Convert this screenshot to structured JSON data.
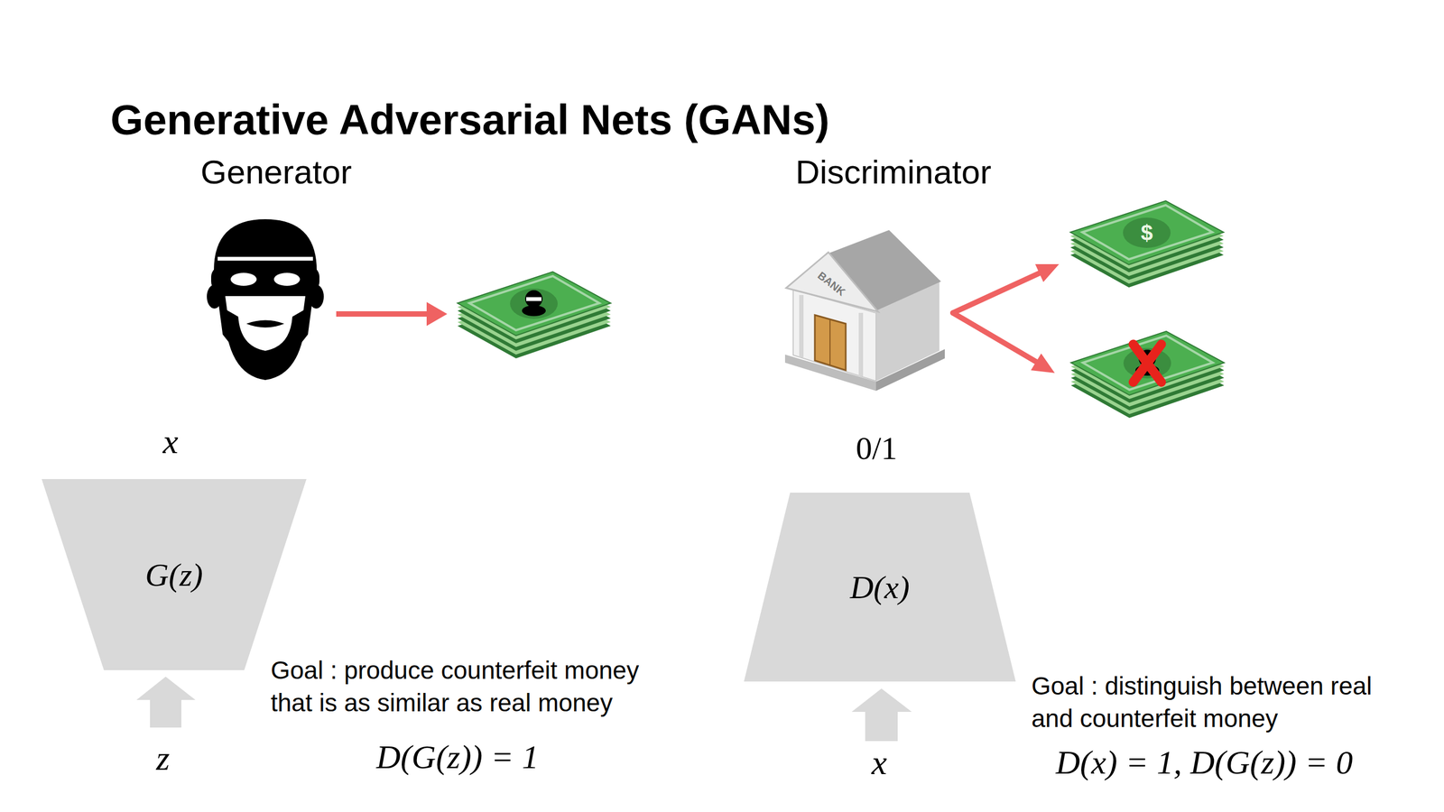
{
  "diagram": {
    "title": "Generative Adversarial Nets (GANs)",
    "nodes": [
      {
        "text": [
          "G(z)"
        ]
      },
      {
        "text": [
          "D(x)"
        ]
      }
    ],
    "labels": [
      "Generator",
      "Discriminator",
      "BANK",
      "$",
      "x",
      "0/1",
      "z",
      "Goal : produce counterfeit money that is as similar as real money",
      "D(G(z)) = 1",
      "x",
      "Goal : distinguish between real and counterfeit money",
      "D(x) = 1, D(G(z)) = 0"
    ]
  }
}
